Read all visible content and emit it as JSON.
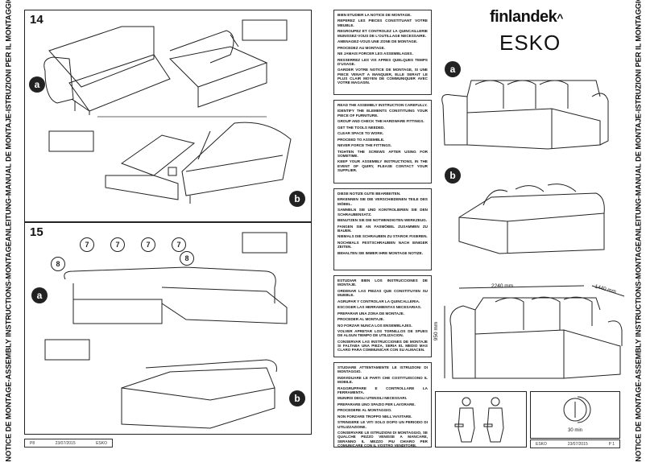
{
  "side_banner": "NOTICE DE MONTAGE-ASSEMBLY INSTRUCTIONS-MONTAGEANLEITUNG-MANUAL DE MONTAJE-ISTRUZIONI PER IL MONTAGGIO",
  "steps": [
    {
      "number": "14",
      "labels": [
        "a",
        "b"
      ]
    },
    {
      "number": "15",
      "labels": [
        "a",
        "b"
      ],
      "cushion_numbers": [
        "8",
        "7",
        "7",
        "7",
        "7",
        "8"
      ]
    }
  ],
  "left_footer": {
    "page": "P8",
    "date": "23/07/2015",
    "product": "ESKO"
  },
  "instructions": [
    {
      "lang": "fr",
      "lines": [
        "BIEN ETUDIER LA NOTICE DE MONTAGE.",
        "REPEREZ LES PIECES CONSTITUANT VOTRE MEUBLE.",
        "REGROUPEZ ET CONTROLEZ LA QUINCAILLERIE MUNISSEZ-VOUS DE L'OUTILLAGE NECESSAIRE.",
        "AMENAGEZ-VOUS UNE ZONE DE MONTAGE.",
        "PROCEDEZ AU MONTAGE.",
        "NE JAMAIS FORCER LES ASSEMBLAGES.",
        "RESSERREZ LES VIS APRES QUELQUES TEMPS D'USAGE.",
        "GARDER VOTRE NOTICE DE MONTAGE, SI UNE PIECE VENAIT A MANQUER, ELLE SERAIT LE PLUS CLAIR MOYEN DE COMMUNIQUER AVEC VOTRE MAGASIN."
      ]
    },
    {
      "lang": "en",
      "lines": [
        "READ THE ASSEMBLY INSTRUCTION CAREFULLY.",
        "IDENTIFY THE ELEMENTS CONSTITUING YOUR PIECE OF FURNITURE.",
        "GROUP AND CHECK THE HARDWARE FITTINGS.",
        "GET THE TOOLS NEEDED.",
        "CLEAR SPACE TO WORK.",
        "PROCEED TO ASSEMBLE.",
        "NEVER FORCE THE FITTINGS.",
        "TIGHTEN THE SCREWS AFTER USING FOR SOMETIME.",
        "KEEP YOUR ASSEMBLY INSTRUCTIONS, IN THE EVENT OF QUIRY, PLEASE CONTACT YOUR SUPPLIER."
      ]
    },
    {
      "lang": "de",
      "lines": [
        "DIESE NOTIZE GUTE BEARBEITEN.",
        "ERKENNEN SIE DIE VERSCHIEDENEN TEILE DES MÖBEL.",
        "SAMMELN SIE UND KONTROLIEREN SIE DEN SCHRAUBENSATZ.",
        "BENUTZEN SIE DIE NOTWENDIGTEN WERKZEUG.",
        "FANGEN SIE AN FASMÖBEL ZUSAMMEN ZU BAUEN.",
        "NIEMALS DIE SCHRAUBEN ZU STAROK FIXIEREN.",
        "NOCHMALS FESTSCHRAUBEN NACH EINIGER ZEITEN.",
        "BEHALTEN SIE IMMER IHRE MONTAGE NOTIZE."
      ]
    },
    {
      "lang": "es",
      "lines": [
        "ESTUDIAR BIEN LOS INSTRUCCIONES DE MONTAJE.",
        "ORDENAR LAS PIEZAS QUE CONSTITUYEN SU MUEBLE.",
        "AGRUPAR Y CONTROLAR LA QUINCALLERIA.",
        "ESCOGER LAS HERRAMIENTAS NECESARIAS.",
        "PREPARAR UNA ZONA DE MONTAJE.",
        "PROCEDER AL MONTAJE.",
        "NO FORZAR NUNCA LOS ENSEMBLAJES.",
        "VOLVER APRETAR LOS TORNILLOS DE SPUES DE ALGUN TIEMPO DE UTILIZACION.",
        "CONSERVAR LAS INSTRUCCIONES DE MONTAJE SI FALTABA UNA PIEZA, SERIA EL MEDIO MAS CLARO PARA COMMUNICAR CON SU ALMACEN."
      ]
    },
    {
      "lang": "it",
      "lines": [
        "STUDIARE ATTENTAMENTE LE ISTRUZIONI DI MONTAGGIO.",
        "INDIVIDUARE LE PARTI CHE COSTITUISCONO IL MOBILE.",
        "RAGGRUPPARE E CONTROLLARE LA FERRAMENTA.",
        "MUNIRSI DEGLI UTENSILI NECESSARI.",
        "PREPARARE UNO SPAZIO PER LAVORARE.",
        "PROCEDERE AL MONTAGGIO.",
        "NON FORZARE TROPPO NELL'AVVITARE.",
        "STRINGERE LE VITI SOLO DOPO UN PERIODO DI UTILIZZAZIONE.",
        "CONSERVARE LE ISTRUZIONI DI MONTAGGIO, SE QUALCHE PEZZO VENISSE A MANCARE, SERANNO IL MEZZO PIU CHIARO PER COMUNICARE CON IL VOSTRO VENDITORE."
      ]
    }
  ],
  "brand": "finlandek",
  "product_title": "ESKO",
  "variants": [
    "a",
    "b"
  ],
  "dimensions": {
    "width": "2240 mm",
    "depth": "1440 mm",
    "height": "950 mm"
  },
  "assembly_time": "30 min",
  "persons_required": 2,
  "right_footer": {
    "product": "ESKO",
    "date": "23/07/2015",
    "page": "P 1"
  }
}
